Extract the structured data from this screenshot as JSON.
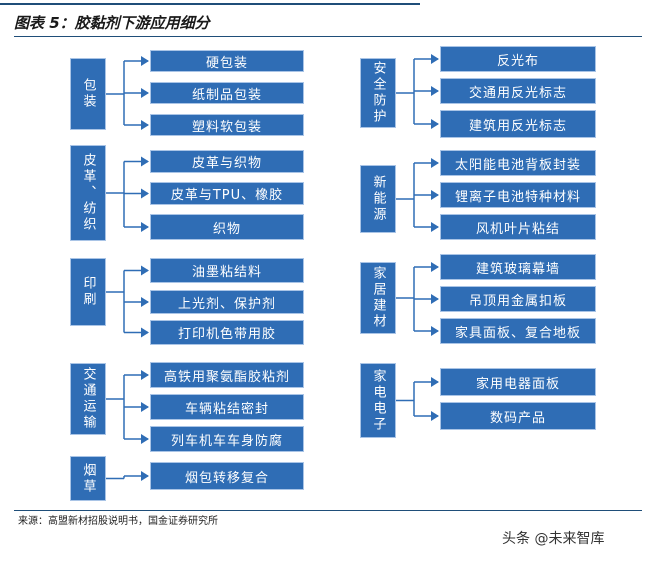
{
  "title": "图表 5：胶黏剂下游应用细分",
  "source": "来源：高盟新材招股说明书，国金证券研究所",
  "watermark": "头条 @未来智库",
  "colors": {
    "box_fill": "#2f6db5",
    "box_border": "#a9c4e6",
    "connector": "#2f6db5",
    "rule": "#1f4e79"
  },
  "groups": [
    {
      "label": "包装",
      "items": [
        "硬包装",
        "纸制品包装",
        "塑料软包装"
      ]
    },
    {
      "label": "皮革、纺织",
      "items": [
        "皮革与织物",
        "皮革与TPU、橡胶",
        "织物"
      ]
    },
    {
      "label": "印刷",
      "items": [
        "油墨粘结料",
        "上光剂、保护剂",
        "打印机色带用胶"
      ]
    },
    {
      "label": "交通运输",
      "items": [
        "高铁用聚氨酯胶粘剂",
        "车辆粘结密封",
        "列车机车车身防腐"
      ]
    },
    {
      "label": "烟草",
      "items": [
        "烟包转移复合"
      ]
    },
    {
      "label": "安全防护",
      "items": [
        "反光布",
        "交通用反光标志",
        "建筑用反光标志"
      ]
    },
    {
      "label": "新能源",
      "items": [
        "太阳能电池背板封装",
        "锂离子电池特种材料",
        "风机叶片粘结"
      ]
    },
    {
      "label": "家居建材",
      "items": [
        "建筑玻璃幕墙",
        "吊顶用金属扣板",
        "家具面板、复合地板"
      ]
    },
    {
      "label": "家电电子",
      "items": [
        "家用电器面板",
        "数码产品"
      ]
    }
  ]
}
